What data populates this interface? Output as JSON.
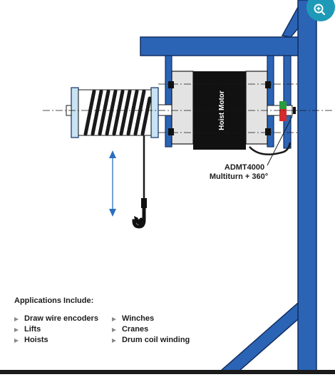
{
  "diagram": {
    "motor_label": "Hoist Motor",
    "encoder_label_line1": "ADMT4000",
    "encoder_label_line2": "Multiturn + 360°",
    "colors": {
      "frame_blue": "#2b64b5",
      "frame_stroke": "#132f63",
      "light_blue": "#c7e3f4",
      "flange_gray": "#e3e3e3",
      "motor_black": "#111111",
      "arrow_blue": "#2a6fbf",
      "green": "#2a9a3e",
      "red": "#d32b2b",
      "zoom_button": "#1e9ab8"
    }
  },
  "applications": {
    "heading": "Applications Include:",
    "column1": [
      "Draw wire encoders",
      "Lifts",
      "Hoists"
    ],
    "column2": [
      "Winches",
      "Cranes",
      "Drum coil winding"
    ]
  },
  "zoom_icon": "zoom-in-icon"
}
